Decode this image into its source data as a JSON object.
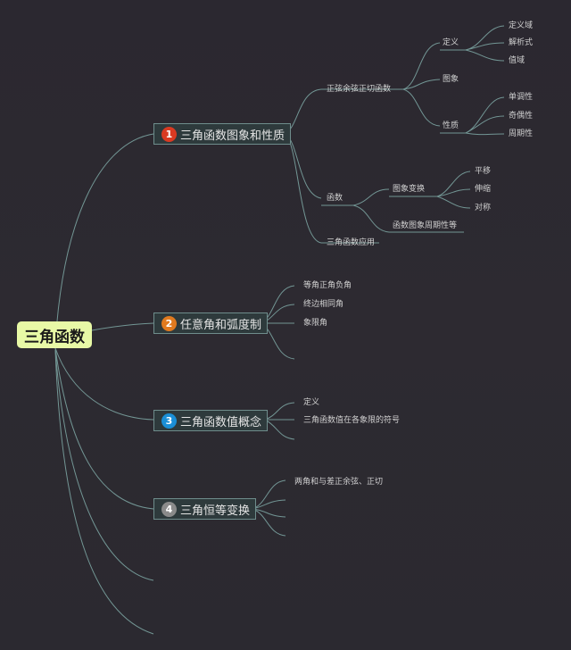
{
  "root": {
    "label": "三角函数"
  },
  "colors": {
    "line": "#7fa9a6",
    "badge1": "#d93a22",
    "badge2": "#e07a1f",
    "badge3": "#1b8fd6",
    "badge4": "#8a8a8a"
  },
  "branches": [
    {
      "badge": "1",
      "label": "三角函数图象和性质",
      "children": [
        {
          "label": "正弦余弦正切函数",
          "children": [
            {
              "label": "定义",
              "children": [
                "定义域",
                "解析式",
                "值域"
              ]
            },
            {
              "label": "图象"
            },
            {
              "label": "性质",
              "children": [
                "单调性",
                "奇偶性",
                "周期性"
              ]
            }
          ]
        },
        {
          "label": "函数",
          "children": [
            {
              "label": "图象变换",
              "children": [
                "平移",
                "伸缩",
                "对称"
              ]
            },
            {
              "label": "函数图象周期性等"
            }
          ]
        },
        {
          "label": "三角函数应用"
        }
      ]
    },
    {
      "badge": "2",
      "label": "任意角和弧度制",
      "children": [
        "等角正角负角",
        "终边相同角",
        "象限角"
      ]
    },
    {
      "badge": "3",
      "label": "三角函数值概念",
      "children": [
        "定义",
        "三角函数值在各象限的符号"
      ]
    },
    {
      "badge": "4",
      "label": "三角恒等变换",
      "children": [
        "两角和与差正余弦、正切"
      ]
    }
  ]
}
